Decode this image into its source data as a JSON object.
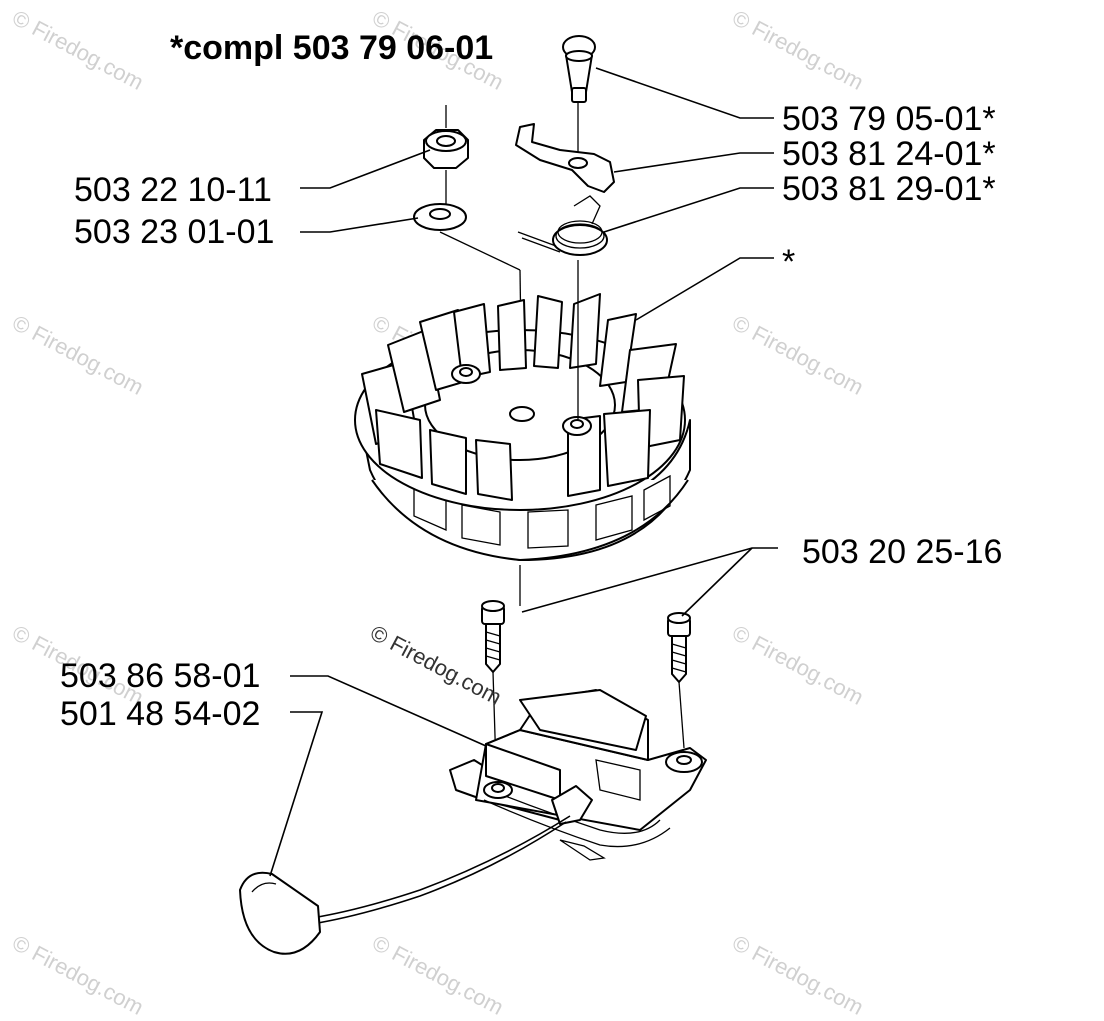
{
  "title": "*compl 503 79 06-01",
  "labels": {
    "button": "503 79 05-01*",
    "pawl": "503 81 24-01*",
    "spring": "503 81 29-01*",
    "nut": "503 22 10-11",
    "washer": "503 23 01-01",
    "flywheel": "*",
    "screws": "503 20 25-16",
    "module": "503 86 58-01",
    "lead": "501 48 54-02"
  },
  "watermark": "© Firedog.com",
  "watermark_center": "© Firedog.com"
}
